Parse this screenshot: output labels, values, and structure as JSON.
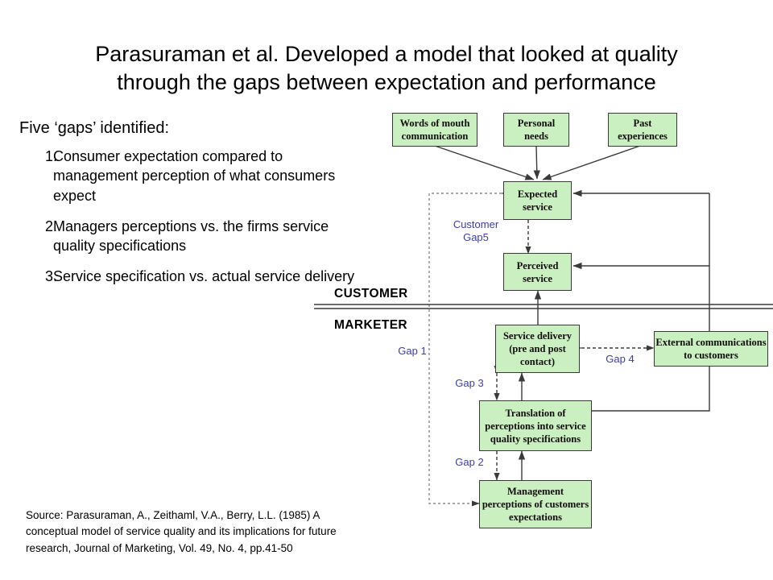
{
  "slide": {
    "title": "Parasuraman et al. Developed a model that looked at quality through the gaps between expectation and performance",
    "title_line1": "Parasuraman et al. Developed a model that looked at quality",
    "title_line2": "through the gaps between expectation and performance"
  },
  "left": {
    "lead": "Five ‘gaps’ identified:",
    "items": [
      {
        "num": "1.",
        "text": "Consumer expectation compared to management perception of what consumers expect"
      },
      {
        "num": "2.",
        "text": "Managers perceptions vs. the firms service quality specifications"
      },
      {
        "num": "3.",
        "text": "Service specification vs. actual service delivery"
      }
    ],
    "source": "Source: Parasuraman, A., Zeithaml, V.A., Berry, L.L. (1985) A conceptual model of service quality and its implications for future research, Journal of Marketing, Vol. 49, No. 4, pp.41-50"
  },
  "diagram": {
    "colors": {
      "node_fill": "#caf0c1",
      "node_stroke": "#3a3a3a",
      "gap_label": "#3b3bad",
      "line": "#3a3a3a"
    },
    "nodes": [
      {
        "id": "words-of-mouth",
        "lines": [
          "Words of mouth",
          "communication"
        ]
      },
      {
        "id": "personal-needs",
        "lines": [
          "Personal",
          "needs"
        ]
      },
      {
        "id": "past-experiences",
        "lines": [
          "Past",
          "experiences"
        ]
      },
      {
        "id": "expected-service",
        "lines": [
          "Expected",
          "service"
        ]
      },
      {
        "id": "perceived-service",
        "lines": [
          "Perceived",
          "service"
        ]
      },
      {
        "id": "service-delivery",
        "lines": [
          "Service delivery",
          "(pre and post",
          "contact)"
        ]
      },
      {
        "id": "external-communications",
        "lines": [
          "External communications",
          "to customers"
        ]
      },
      {
        "id": "translation",
        "lines": [
          "Translation of",
          "perceptions into service",
          "quality specifications"
        ]
      },
      {
        "id": "management-perceptions",
        "lines": [
          "Management",
          "perceptions of customers",
          "expectations"
        ]
      }
    ],
    "gap_labels": [
      {
        "id": "customer-gap5",
        "lines": [
          "Customer",
          "Gap5"
        ]
      },
      {
        "id": "gap-1",
        "lines": [
          "Gap 1"
        ]
      },
      {
        "id": "gap-2",
        "lines": [
          "Gap 2"
        ]
      },
      {
        "id": "gap-3",
        "lines": [
          "Gap 3"
        ]
      },
      {
        "id": "gap-4",
        "lines": [
          "Gap 4"
        ]
      }
    ],
    "side_labels": [
      {
        "id": "customer",
        "text": "CUSTOMER"
      },
      {
        "id": "marketer",
        "text": "MARKETER"
      }
    ]
  }
}
